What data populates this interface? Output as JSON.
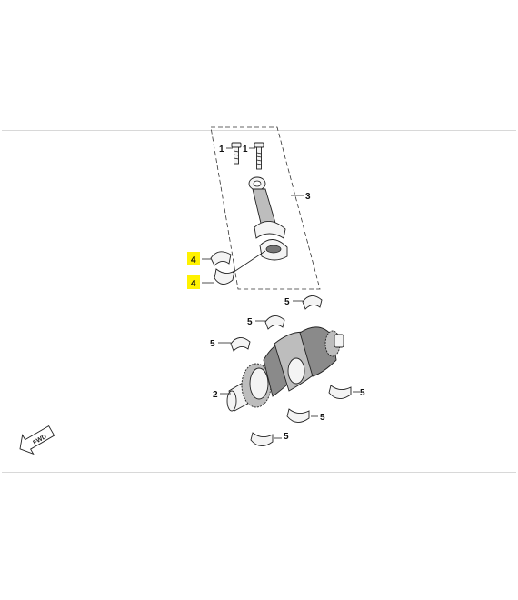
{
  "callouts": {
    "bolt_top_left": "1",
    "bolt_top_right": "1",
    "conrod": "3",
    "bearing_upper": "4",
    "bearing_lower": "4",
    "crankshaft": "2",
    "main_1": "5",
    "main_2": "5",
    "main_3": "5",
    "main_4": "5",
    "main_5": "5",
    "main_6": "5"
  },
  "icons": {
    "direction": "fwd-arrow-icon",
    "direction_text": "FWD"
  },
  "colors": {
    "highlight": "#fff200",
    "line": "#222222"
  }
}
